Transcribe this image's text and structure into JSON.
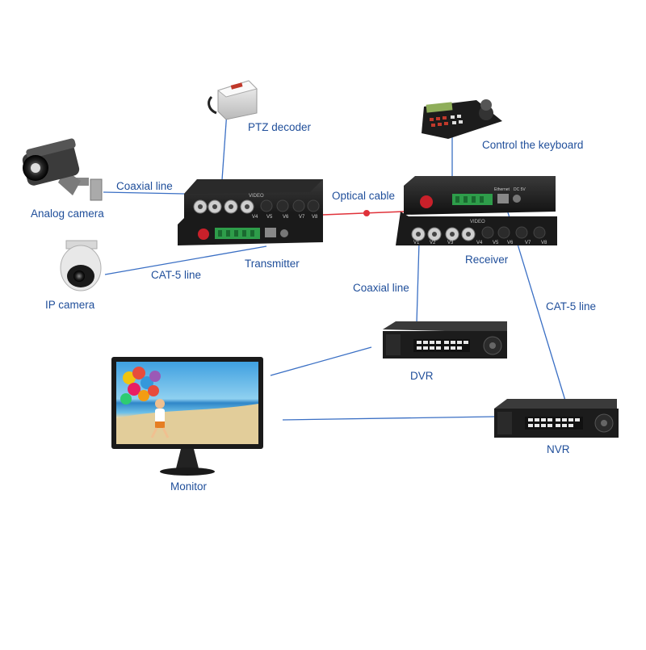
{
  "labels": {
    "ptz_decoder": "PTZ decoder",
    "control_keyboard": "Control the keyboard",
    "coaxial_line_top": "Coaxial line",
    "analog_camera": "Analog camera",
    "optical_cable": "Optical cable",
    "transmitter": "Transmitter",
    "receiver": "Receiver",
    "cat5_line_left": "CAT-5 line",
    "ip_camera": "IP camera",
    "coaxial_line_bottom": "Coaxial line",
    "cat5_line_right": "CAT-5 line",
    "dvr": "DVR",
    "nvr": "NVR",
    "monitor": "Monitor"
  },
  "device_text": {
    "video": "VIDEO",
    "ports": [
      "V1",
      "V2",
      "V3",
      "V4",
      "V5",
      "V6",
      "V7",
      "V8"
    ],
    "ethernet": "Ethernet",
    "dc": "DC 5V"
  },
  "icons": [
    "ptz-decoder-icon",
    "analog-camera-icon",
    "ip-camera-icon",
    "control-keyboard-icon",
    "transmitter-icon",
    "receiver-icon",
    "dvr-icon",
    "nvr-icon",
    "monitor-icon"
  ],
  "colors": {
    "line": "#3a6fc4",
    "label": "#1f4e9a",
    "optical": "#e0323a",
    "device_body": "#1c1c1c"
  }
}
